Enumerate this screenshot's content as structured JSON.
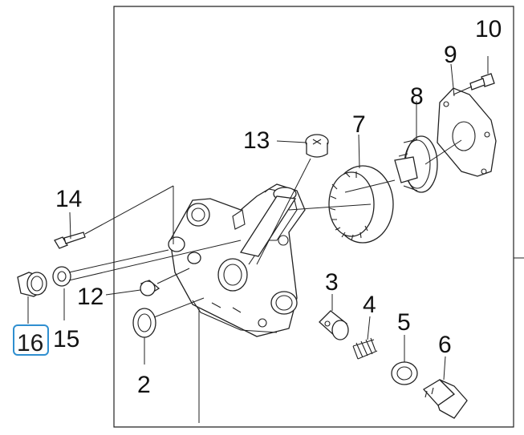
{
  "diagram": {
    "highlight_color": "#f2e300",
    "highlight_box_color": "#2f8fd0",
    "callouts": [
      {
        "id": "c1",
        "text": "10"
      },
      {
        "id": "c2",
        "text": "9"
      },
      {
        "id": "c3",
        "text": "8"
      },
      {
        "id": "c4",
        "text": "7"
      },
      {
        "id": "c5",
        "text": "13"
      },
      {
        "id": "c6",
        "text": "14"
      },
      {
        "id": "c7",
        "text": "12"
      },
      {
        "id": "c8",
        "text": "16"
      },
      {
        "id": "c9",
        "text": "15"
      },
      {
        "id": "c10",
        "text": "3"
      },
      {
        "id": "c11",
        "text": "4"
      },
      {
        "id": "c12",
        "text": "5"
      },
      {
        "id": "c13",
        "text": "6"
      },
      {
        "id": "c14",
        "text": "2"
      }
    ]
  }
}
